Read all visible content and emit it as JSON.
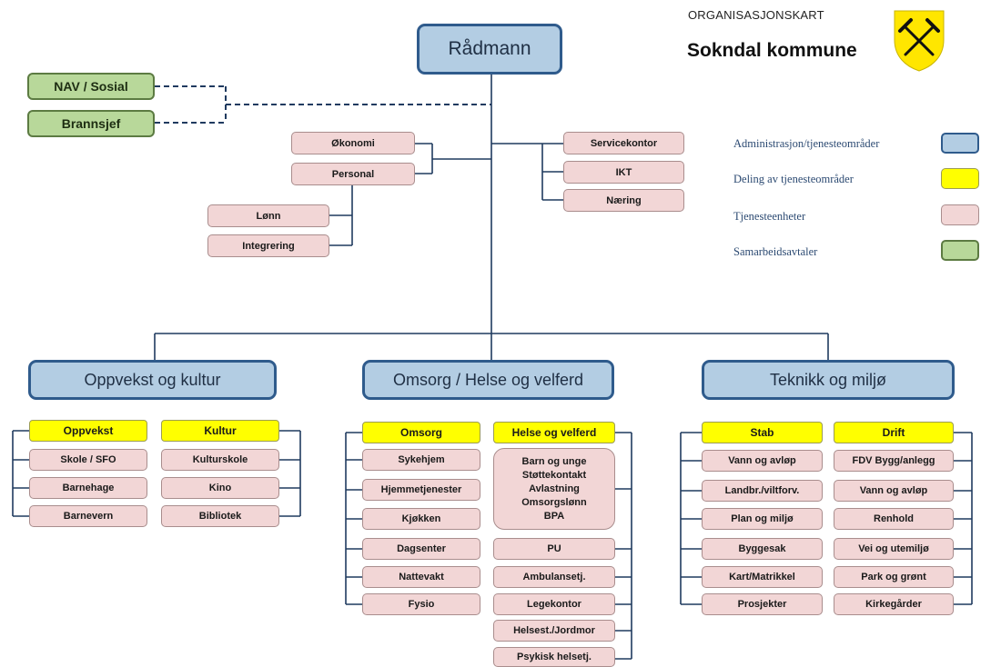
{
  "header": {
    "subtitle": "ORGANISASJONSKART",
    "title": "Sokndal kommune"
  },
  "colors": {
    "blue_fill": "#b3cde3",
    "blue_border": "#2f5b8c",
    "yellow": "#ffff00",
    "pink": "#f2d6d6",
    "green": "#b8d89a",
    "line": "#1f3a5f"
  },
  "top": {
    "radmann": "Rådmann"
  },
  "partners": {
    "nav": "NAV / Sosial",
    "brannsjef": "Brannsjef"
  },
  "staff_left": {
    "okonomi": "Økonomi",
    "personal": "Personal",
    "lonn": "Lønn",
    "integrering": "Integrering"
  },
  "staff_right": {
    "servicekontor": "Servicekontor",
    "ikt": "IKT",
    "naering": "Næring"
  },
  "legend": {
    "items": [
      {
        "label": "Administrasjon/tjenesteområder",
        "color": "#b3cde3"
      },
      {
        "label": "Deling av tjenesteområder",
        "color": "#ffff00"
      },
      {
        "label": "Tjenesteenheter",
        "color": "#f2d6d6"
      },
      {
        "label": "Samarbeidsavtaler",
        "color": "#b8d89a"
      }
    ]
  },
  "oppvekst_kultur": {
    "title": "Oppvekst og kultur",
    "oppvekst": {
      "head": "Oppvekst",
      "items": [
        "Skole / SFO",
        "Barnehage",
        "Barnevern"
      ]
    },
    "kultur": {
      "head": "Kultur",
      "items": [
        "Kulturskole",
        "Kino",
        "Bibliotek"
      ]
    }
  },
  "omsorg_helse": {
    "title": "Omsorg / Helse og velferd",
    "omsorg": {
      "head": "Omsorg",
      "items": [
        "Sykehjem",
        "Hjemmetjenester",
        "Kjøkken",
        "Dagsenter",
        "Nattevakt",
        "Fysio"
      ]
    },
    "helse": {
      "head": "Helse og velferd",
      "group_lines": [
        "Barn og unge",
        "Støttekontakt",
        "Avlastning",
        "Omsorgslønn",
        "BPA"
      ],
      "items": [
        "PU",
        "Ambulansetj.",
        "Legekontor",
        "Helsest./Jordmor",
        "Psykisk helsetj."
      ]
    }
  },
  "teknikk_miljo": {
    "title": "Teknikk og miljø",
    "stab": {
      "head": "Stab",
      "items": [
        "Vann og avløp",
        "Landbr./viltforv.",
        "Plan og miljø",
        "Byggesak",
        "Kart/Matrikkel",
        "Prosjekter"
      ]
    },
    "drift": {
      "head": "Drift",
      "items": [
        "FDV Bygg/anlegg",
        "Vann og avløp",
        "Renhold",
        "Vei og utemiljø",
        "Park og grønt",
        "Kirkegårder"
      ]
    }
  }
}
